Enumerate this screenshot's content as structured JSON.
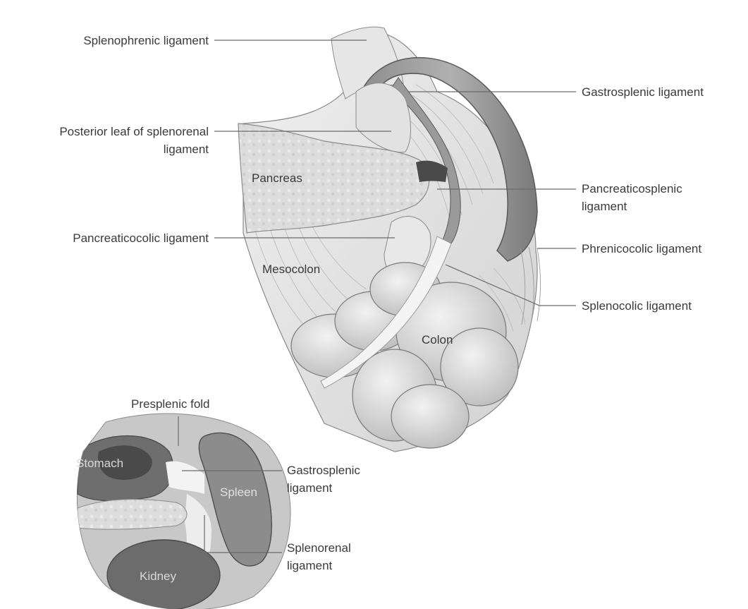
{
  "labels": {
    "splenophrenic": "Splenophrenic ligament",
    "gastrosplenic": "Gastrosplenic ligament",
    "posterior_leaf_1": "Posterior leaf of splenorenal",
    "posterior_leaf_2": "ligament",
    "pancreaticosplenic_1": "Pancreaticosplenic",
    "pancreaticosplenic_2": "ligament",
    "pancreaticocolic": "Pancreaticocolic ligament",
    "phrenicocolic": "Phrenicocolic ligament",
    "splenocolic": "Splenocolic ligament",
    "pancreas": "Pancreas",
    "mesocolon": "Mesocolon",
    "colon": "Colon"
  },
  "inset": {
    "presplenic_fold": "Presplenic fold",
    "gastrosplenic_1": "Gastrosplenic",
    "gastrosplenic_2": "ligament",
    "splenorenal_1": "Splenorenal",
    "splenorenal_2": "ligament",
    "stomach": "Stomach",
    "spleen": "Spleen",
    "kidney": "Kidney"
  }
}
